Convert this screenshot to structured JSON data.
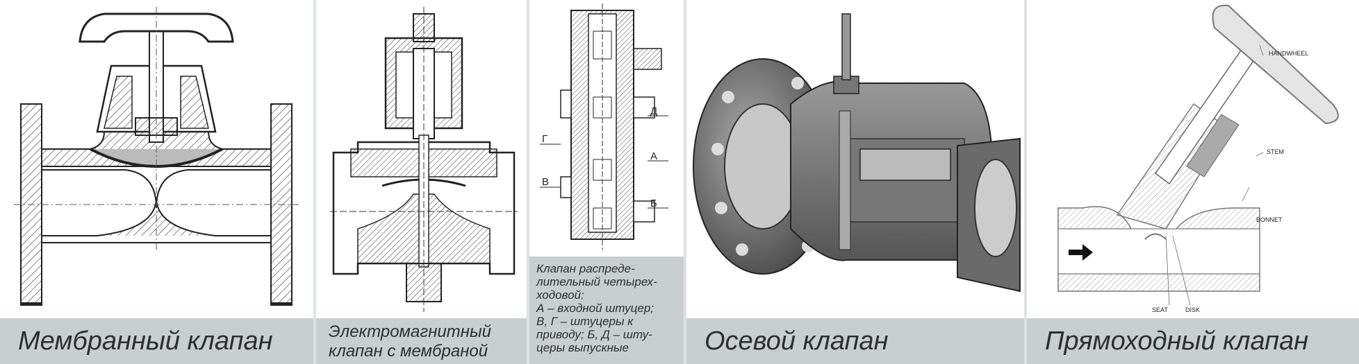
{
  "panels": [
    {
      "caption": "Мембранный клапан"
    },
    {
      "caption_lines": [
        "Электромагнитный",
        "клапан с мембраной"
      ]
    },
    {
      "caption_lines": [
        "Клапан распреде-",
        "лительный четырех-",
        "ходовой:",
        "А – входной штуцер;",
        "В, Г – штуцеры к",
        "приводу; Б, Д – шту-",
        "церы выпускные"
      ],
      "labels": {
        "d": "Д",
        "g": "Г",
        "a": "А",
        "v": "В",
        "b": "Б"
      }
    },
    {
      "caption": "Осевой клапан"
    },
    {
      "caption": "Прямоходный клапан",
      "labels": {
        "handwheel": "HANDWHEEL",
        "stem": "STEM",
        "bonnet": "BONNET",
        "seat": "SEAT",
        "disk": "DISK"
      }
    }
  ]
}
